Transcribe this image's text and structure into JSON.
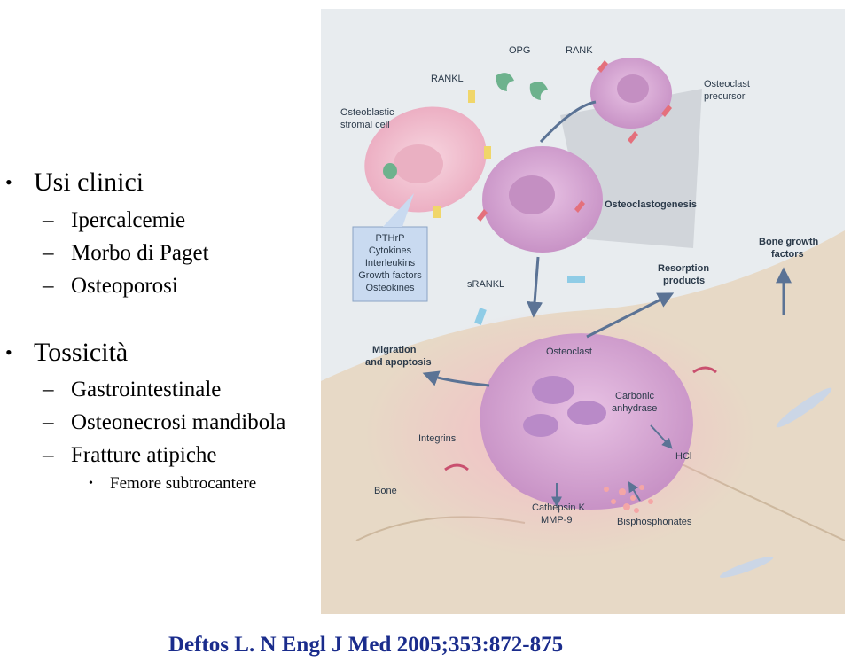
{
  "slide": {
    "sections": [
      {
        "title": "Usi clinici",
        "items": [
          {
            "text": "Ipercalcemie"
          },
          {
            "text": "Morbo di Paget"
          },
          {
            "text": "Osteoporosi"
          }
        ]
      },
      {
        "title": "Tossicità",
        "items": [
          {
            "text": "Gastrointestinale"
          },
          {
            "text": "Osteonecrosi mandibola"
          },
          {
            "text": "Fratture atipiche",
            "subitems": [
              {
                "text": "Femore subtrocantere"
              }
            ]
          }
        ]
      }
    ],
    "citation": "Deftos L. N Engl J Med 2005;353:872-875"
  },
  "figure": {
    "labels": {
      "rankl": "RANKL",
      "opg": "OPG",
      "rank": "RANK",
      "osteoclast_precursor_1": "Osteoclast",
      "osteoclast_precursor_2": "precursor",
      "osteoblastic_1": "Osteoblastic",
      "osteoblastic_2": "stromal cell",
      "osteoclastogenesis": "Osteoclastogenesis",
      "factors": [
        "PTHrP",
        "Cytokines",
        "Interleukins",
        "Growth factors",
        "Osteokines"
      ],
      "srankl": "sRANKL",
      "resorption_1": "Resorption",
      "resorption_2": "products",
      "bone_growth_1": "Bone growth",
      "bone_growth_2": "factors",
      "migration_1": "Migration",
      "migration_2": "and apoptosis",
      "osteoclast": "Osteoclast",
      "carbonic_1": "Carbonic",
      "carbonic_2": "anhydrase",
      "integrins": "Integrins",
      "hcl": "HCl",
      "bone": "Bone",
      "cathepsin_1": "Cathepsin K",
      "cathepsin_2": "MMP-9",
      "bisphosphonates": "Bisphosphonates"
    },
    "colors": {
      "background": "#e8ecef",
      "bone": "#e7d9c6",
      "cell": "#f0b9c9",
      "osteoclast": "#d9a6d3",
      "factor_box": "#c9daf0",
      "arrow": "#5b7395",
      "citation": "#1a2c8c"
    }
  }
}
